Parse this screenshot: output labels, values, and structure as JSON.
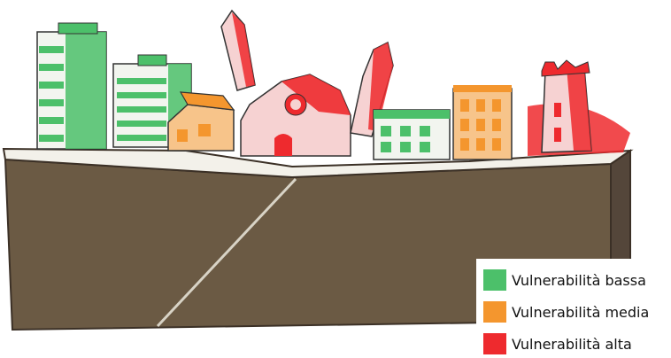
{
  "colors": {
    "low": "#4cc06a",
    "medium": "#f4962e",
    "high": "#ee2a2e",
    "ground": "#6b5a44",
    "ground_edge": "#4a3d2e"
  },
  "legend": {
    "items": [
      {
        "label": "Vulnerabilità bassa",
        "color": "#4cc06a"
      },
      {
        "label": "Vulnerabilità media",
        "color": "#f4962e"
      },
      {
        "label": "Vulnerabilità alta",
        "color": "#ee2a2e"
      }
    ]
  }
}
